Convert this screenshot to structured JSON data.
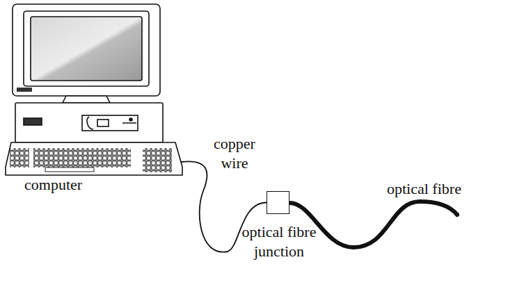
{
  "diagram": {
    "nodes": [
      {
        "text": [
          "computer"
        ]
      },
      {
        "text": [
          "optical fibre junction"
        ]
      }
    ],
    "edges": [
      {
        "from": 0,
        "to": 1,
        "arrow": "none",
        "label": "copper wire"
      }
    ],
    "labels": [
      "optical fibre"
    ]
  }
}
